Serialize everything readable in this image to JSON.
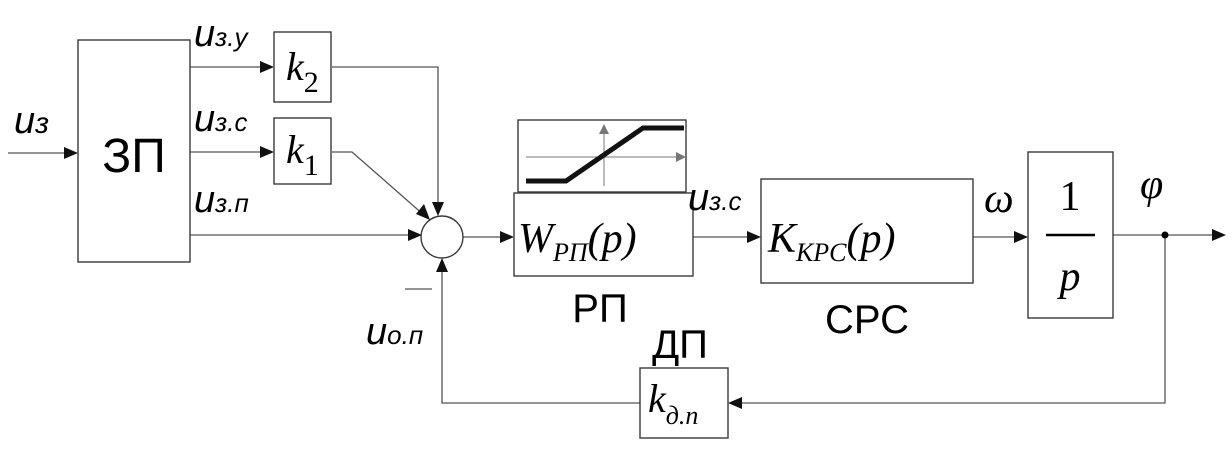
{
  "blocks": {
    "zp": "ЗП",
    "rp_caption": "РП",
    "crc_caption": "СРС",
    "dp_caption": "ДП"
  },
  "gains": {
    "k2": {
      "base": "k",
      "sub": "2"
    },
    "k1": {
      "base": "k",
      "sub": "1"
    },
    "kdn": {
      "base": "k",
      "sub": "д.п"
    }
  },
  "transfer": {
    "w_rp": {
      "base": "W",
      "sub": "РП",
      "arg": "(p)"
    },
    "k_krc": {
      "base": "K",
      "sub": "КРС",
      "arg": "(p)"
    },
    "integrator": {
      "num": "1",
      "den": "p"
    }
  },
  "signals": {
    "u_z": {
      "base": "u",
      "sub": "з"
    },
    "u_zy": {
      "base": "u",
      "sub": "з.у"
    },
    "u_zc": {
      "base": "u",
      "sub": "з.с"
    },
    "u_zp": {
      "base": "u",
      "sub": "з.п"
    },
    "u_zc_out": {
      "base": "u",
      "sub": "з.с"
    },
    "u_op": {
      "base": "u",
      "sub": "о.п"
    },
    "omega": "ω",
    "phi": "φ",
    "minus": "—"
  },
  "colors": {
    "lines": "#555555",
    "boxes": "#3a3a3a",
    "text": "#000000"
  }
}
